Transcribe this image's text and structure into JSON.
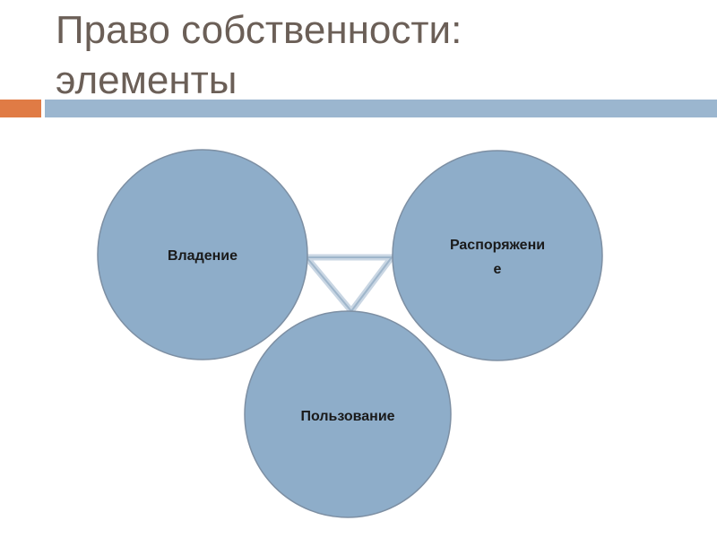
{
  "slide": {
    "title_line1": "Право собственности:",
    "title_line2": "элементы"
  },
  "diagram": {
    "nodes": {
      "possession": {
        "label": "Владение"
      },
      "disposal": {
        "label_line1": "Распоряжени",
        "label_line2": "е"
      },
      "use": {
        "label": "Пользование"
      }
    }
  },
  "colors": {
    "circle_fill": "#8eadc9",
    "circle_stroke": "#7d8fa3",
    "accent_orange": "#e07b45",
    "accent_blue": "#9bb6cf",
    "connector": "#b9cadb",
    "title_text": "#6b5f57"
  }
}
